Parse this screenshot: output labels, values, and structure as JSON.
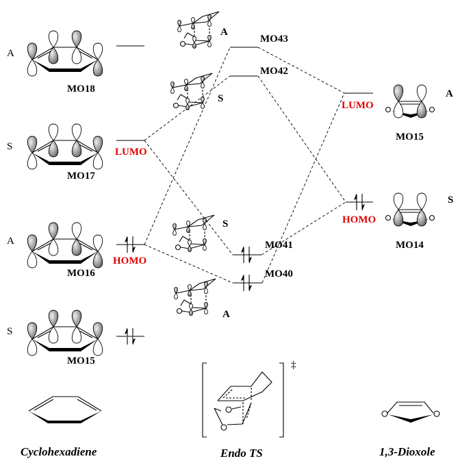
{
  "cyclohexadiene": {
    "name": "Cyclohexadiene",
    "orbitals": [
      {
        "label": "MO18",
        "symmetry": "A"
      },
      {
        "label": "MO17",
        "symmetry": "S",
        "tag": "LUMO"
      },
      {
        "label": "MO16",
        "symmetry": "A",
        "tag": "HOMO"
      },
      {
        "label": "MO15",
        "symmetry": "S"
      }
    ]
  },
  "transition_state": {
    "name": "Endo TS",
    "dagger": "‡",
    "orbitals": [
      {
        "label": "MO43",
        "symmetry": "A"
      },
      {
        "label": "MO42",
        "symmetry": "S"
      },
      {
        "label": "MO41",
        "symmetry": "S"
      },
      {
        "label": "MO40",
        "symmetry": "A"
      }
    ]
  },
  "dioxole": {
    "name": "1,3-Dioxole",
    "orbitals": [
      {
        "label": "MO15",
        "symmetry": "A",
        "tag": "LUMO"
      },
      {
        "label": "MO14",
        "symmetry": "S",
        "tag": "HOMO"
      }
    ]
  },
  "colors": {
    "frontier_label": "#e00000",
    "level": "#555555"
  }
}
